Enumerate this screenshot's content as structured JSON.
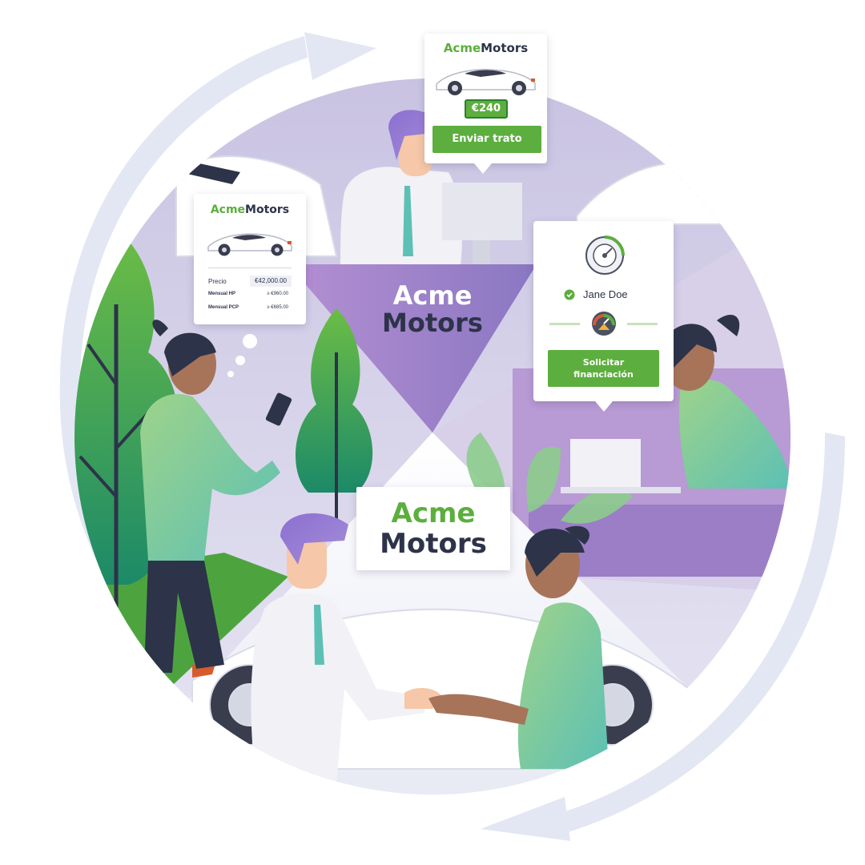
{
  "brand": {
    "part1": "Acme",
    "part2": "Motors"
  },
  "deal_card": {
    "price_badge": "€240",
    "button": "Enviar trato"
  },
  "price_card": {
    "rows": [
      {
        "label": "Precio",
        "value": "€42,000.00"
      },
      {
        "label": "Mensual HP",
        "value": "≥ €960.00"
      },
      {
        "label": "Mensual PCP",
        "value": "≥ €685.00"
      }
    ]
  },
  "finance_card": {
    "name": "Jane Doe",
    "button_line1": "Solicitar",
    "button_line2": "financiación"
  },
  "colors": {
    "brand_green": "#5cae3e",
    "brand_navy": "#2d3349",
    "purple": "#9a78c0",
    "lavender": "#d8d2ea"
  }
}
